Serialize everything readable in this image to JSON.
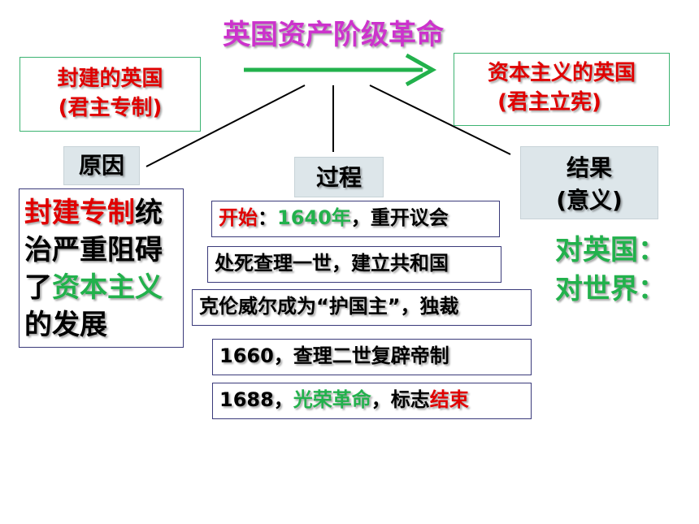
{
  "title": "英国资产阶级革命",
  "left_box": {
    "line1": "封建的英国",
    "line2": "(君主专制)"
  },
  "right_box": {
    "line1": "资本主义的英国",
    "line2": "(君主立宪)"
  },
  "cause": {
    "label": "原因",
    "parts": [
      {
        "text": "封建专制",
        "color": "red"
      },
      {
        "text": "统治严重阻碍了",
        "color": "black"
      },
      {
        "text": "资本主义",
        "color": "green"
      },
      {
        "text": "的发展",
        "color": "black"
      }
    ]
  },
  "process": {
    "label": "过程",
    "steps": [
      {
        "parts": [
          {
            "text": "开始",
            "color": "red"
          },
          {
            "text": "：",
            "color": "black"
          },
          {
            "text": "1640年",
            "color": "green"
          },
          {
            "text": "，重开议会",
            "color": "black"
          }
        ]
      },
      {
        "parts": [
          {
            "text": "处死查理一世，建立共和国",
            "color": "black"
          }
        ]
      },
      {
        "parts": [
          {
            "text": "克伦威尔成为“护国主”，独裁",
            "color": "black"
          }
        ]
      },
      {
        "parts": [
          {
            "text": "1660，查理二世复辟帝制",
            "color": "black"
          }
        ]
      },
      {
        "parts": [
          {
            "text": "1688，",
            "color": "black"
          },
          {
            "text": "光荣革命",
            "color": "green"
          },
          {
            "text": "，标志",
            "color": "black"
          },
          {
            "text": "结束",
            "color": "red"
          }
        ]
      }
    ]
  },
  "result": {
    "label_line1": "结果",
    "label_line2": "(意义)",
    "item1": "对英国：",
    "item2": "对世界："
  },
  "colors": {
    "title": "#CC33CC",
    "red": "#E00000",
    "green": "#22B14C",
    "arrow": "#22B14C",
    "box_fill": "#DDE6EA"
  }
}
